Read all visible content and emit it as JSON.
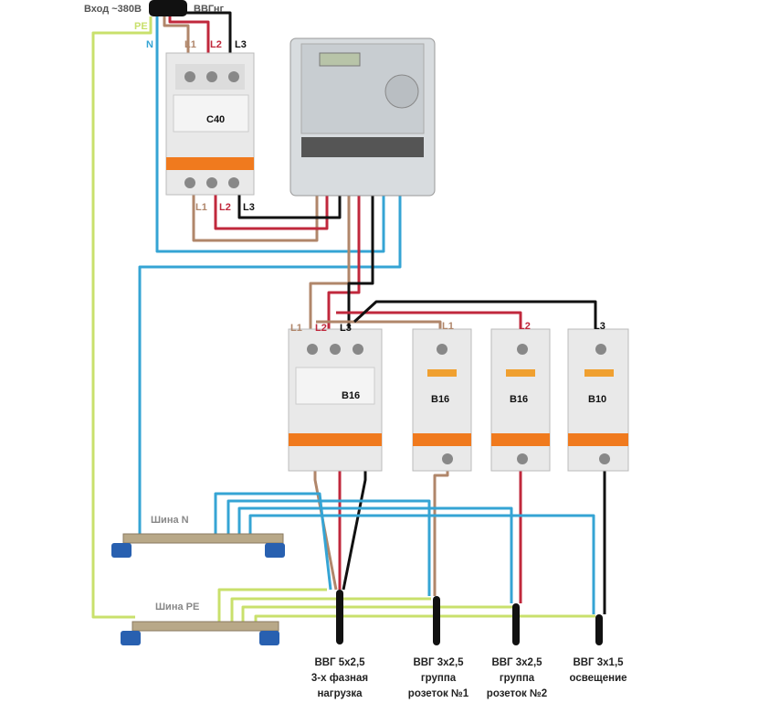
{
  "input": {
    "label": "Вход ~380В",
    "cable": "ВВГнг"
  },
  "wire_labels": {
    "pe": "PE",
    "n": "N",
    "l1": "L1",
    "l2": "L2",
    "l3": "L3"
  },
  "colors": {
    "pe": "#c9e06c",
    "n": "#35a4d4",
    "l1": "#b0866a",
    "l2": "#c0283c",
    "l3": "#111111",
    "breaker_orange": "#f07a1e"
  },
  "main_breaker": {
    "rating": "C40"
  },
  "group_breakers": [
    {
      "rating": "B16",
      "phase": "L1 L2 L3"
    },
    {
      "rating": "B16",
      "phase": "L1"
    },
    {
      "rating": "B16",
      "phase": "L2"
    },
    {
      "rating": "B10",
      "phase": "L3"
    }
  ],
  "buses": {
    "n": "Шина N",
    "pe": "Шина PE"
  },
  "outputs": [
    {
      "cable": "ВВГ 5х2,5",
      "line2": "3-х фазная",
      "line3": "нагрузка"
    },
    {
      "cable": "ВВГ 3х2,5",
      "line2": "группа",
      "line3": "розеток №1"
    },
    {
      "cable": "ВВГ 3х2,5",
      "line2": "группа",
      "line3": "розеток №2"
    },
    {
      "cable": "ВВГ 3х1,5",
      "line2": "освещение",
      "line3": ""
    }
  ]
}
